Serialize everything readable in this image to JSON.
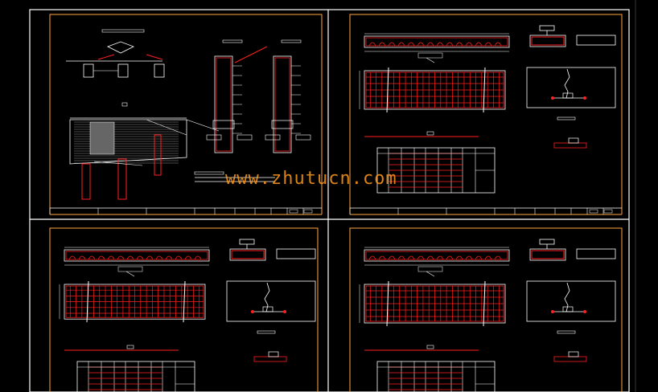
{
  "watermark": "www.zhutucn.com",
  "colors": {
    "background": "#000000",
    "frame": "#ffffff",
    "sheet_border": "#ffa640",
    "rebar": "#ff2020",
    "annotation": "#ffffff",
    "watermark": "#ff9a1a"
  },
  "sheets": [
    {
      "id": "sheet-1",
      "content": "anchorage-and-wall-details"
    },
    {
      "id": "sheet-2",
      "content": "beam-rebar-drawing"
    },
    {
      "id": "sheet-3",
      "content": "beam-rebar-drawing"
    },
    {
      "id": "sheet-4",
      "content": "beam-rebar-drawing"
    }
  ]
}
